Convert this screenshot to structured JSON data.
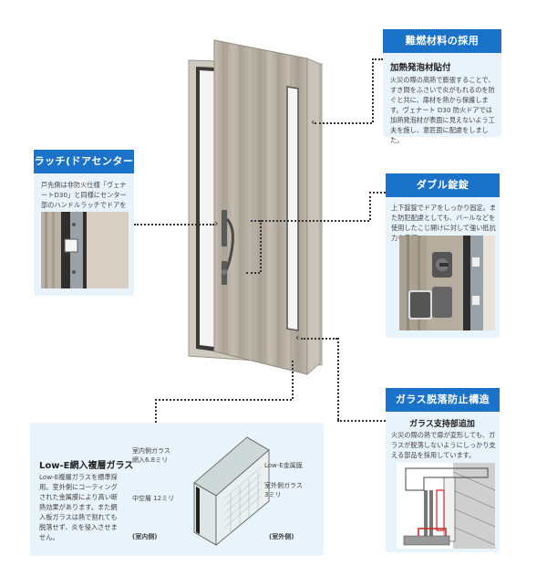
{
  "fire_panel": {
    "header": "難燃材料の採用",
    "subtitle": "加熱発泡材貼付",
    "body": "火災の際の高熱で膨張することで、すき間をふさいで炎がもれるのを防ぐと共に、扉材を熱から保護します。ヴェナート D30 防火ドアでは加熱発泡材が表面に見えないよう工夫を施し、意匠面に配慮をしました。"
  },
  "latch_panel": {
    "header": "ラッチ(ドアセンター部)",
    "body": "戸先側は非防火仕様「ヴェナートD30」と同様にセンター部のハンドルラッチでドアをしっかり固定します。"
  },
  "double_lock_panel": {
    "header": "ダブル錠錠",
    "body": "上下錠錠でドアをしっかり固定。また防犯配慮としても、バールなどを使用したこじ開けに対して強い抵抗力を発揮。"
  },
  "glass_panel": {
    "header": "ガラス脱落防止構造",
    "subtitle": "ガラス支持部追加",
    "body": "火災の際の熱で扉が変形しても、ガラスが脱落しないようにしっかり支える部品を採用しています。"
  },
  "lowe_panel": {
    "title": "Low-E網入複層ガラス",
    "body": "Low-E複層ガラスを標準採用。室外側にコーティングされた金属膜により高い断熱効果があります。また網入板ガラスは熱で割れても脱落せず、炎を侵入させません。",
    "labels": {
      "inner_glass": "室内側ガラス\n網入6.8ミリ",
      "metal_film": "Low-E金属膜",
      "air_layer": "中空層 12ミリ",
      "outer_glass": "室外側ガラス\n3ミリ",
      "indoor": "(室内側)",
      "outdoor": "(室外側)"
    }
  },
  "colors": {
    "header_blue": "#1a73c8",
    "panel_bg": "#e9f3fb",
    "door_wood": "#b7b0a2"
  }
}
